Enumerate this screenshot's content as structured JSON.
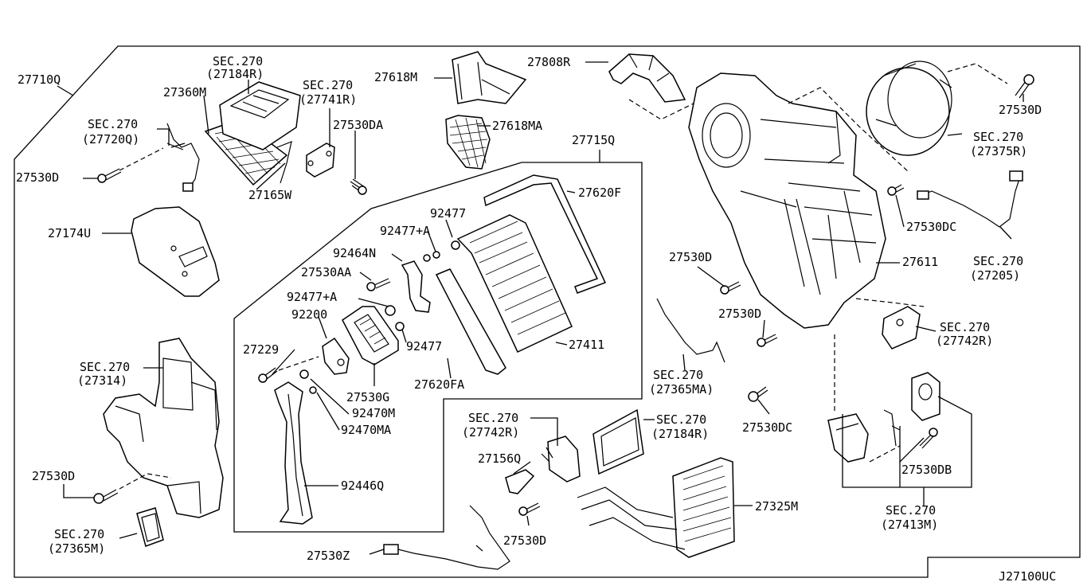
{
  "diagram_code": "J27100UC",
  "labels": {
    "l27710q": "27710Q",
    "sec_27184r_a": "SEC.270",
    "sec_27184r_b": "(27184R)",
    "l27360m": "27360M",
    "sec_27741r_a": "SEC.270",
    "sec_27741r_b": "(27741R)",
    "sec_27720q_a": "SEC.270",
    "sec_27720q_b": "(27720Q)",
    "l27530da": "27530DA",
    "l27530d_1": "27530D",
    "l27165w": "27165W",
    "l27174u": "27174U",
    "l27618m": "27618M",
    "l27618ma": "27618MA",
    "l27808r": "27808R",
    "l27530d_2": "27530D",
    "sec_27375r_a": "SEC.270",
    "sec_27375r_b": "(27375R)",
    "l27715q": "27715Q",
    "l27620f": "27620F",
    "l92477_1": "92477",
    "l92477a_1": "92477+A",
    "l92464n": "92464N",
    "l27530aa": "27530AA",
    "l92477a_2": "92477+A",
    "l92200": "92200",
    "l92477_2": "92477",
    "l27411": "27411",
    "l27229": "27229",
    "l27620fa": "27620FA",
    "l27530g": "27530G",
    "l92470m": "92470M",
    "l92470ma": "92470MA",
    "l92446q": "92446Q",
    "l27530dc_1": "27530DC",
    "sec_27205_a": "SEC.270",
    "sec_27205_b": "(27205)",
    "l27611": "27611",
    "l27530d_3": "27530D",
    "l27530d_4": "27530D",
    "sec_27742r_1a": "SEC.270",
    "sec_27742r_1b": "(27742R)",
    "sec_27365ma_a": "SEC.270",
    "sec_27365ma_b": "(27365MA)",
    "l27530dc_2": "27530DC",
    "l27530db": "27530DB",
    "sec_27413m_a": "SEC.270",
    "sec_27413m_b": "(27413M)",
    "sec_27314_a": "SEC.270",
    "sec_27314_b": "(27314)",
    "l27530d_5": "27530D",
    "sec_27365m_a": "SEC.270",
    "sec_27365m_b": "(27365M)",
    "sec_27742r_2a": "SEC.270",
    "sec_27742r_2b": "(27742R)",
    "sec_27184r2_a": "SEC.270",
    "sec_27184r2_b": "(27184R)",
    "l27156q": "27156Q",
    "l27530d_6": "27530D",
    "l27325m": "27325M",
    "l27530z": "27530Z"
  }
}
